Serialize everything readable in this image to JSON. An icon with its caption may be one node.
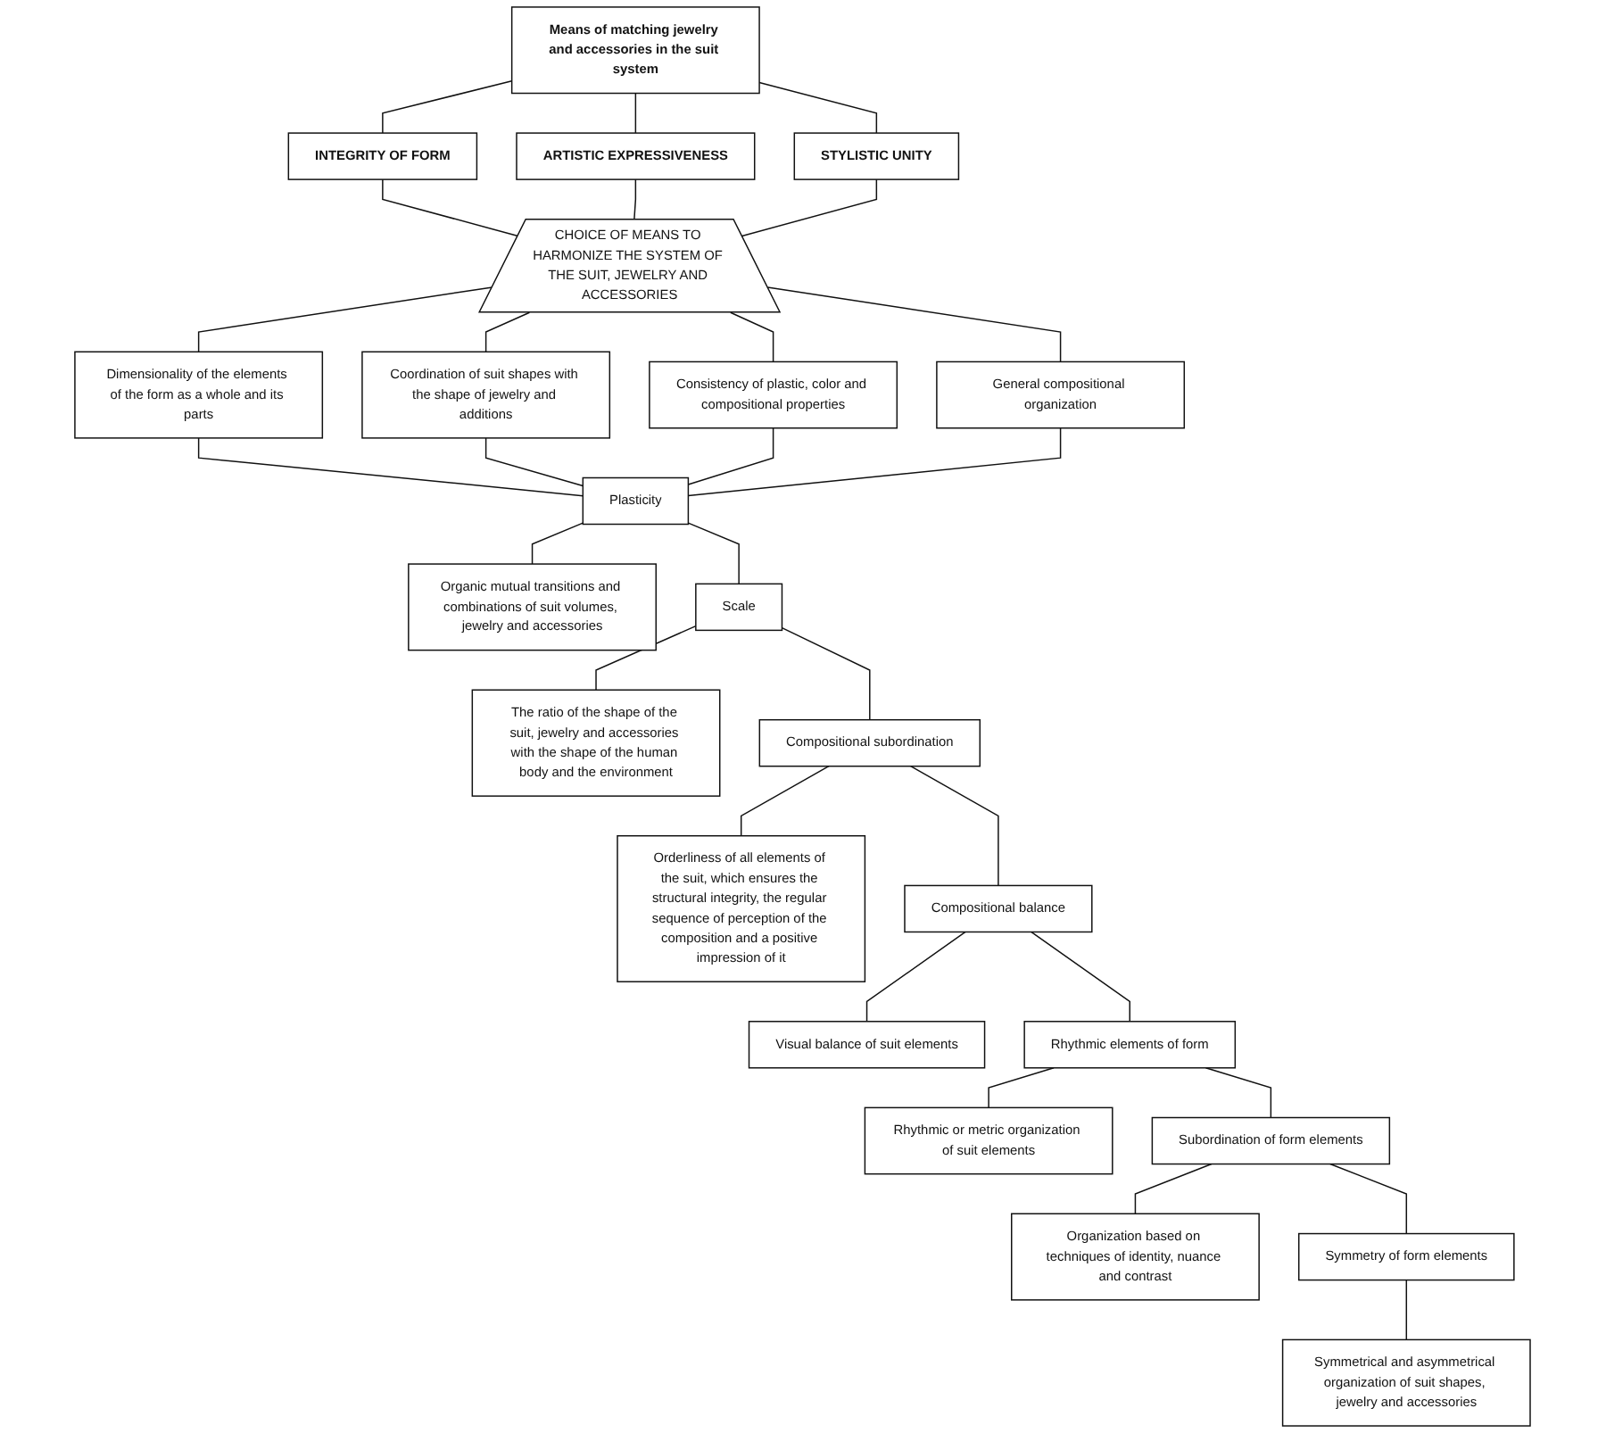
{
  "diagram": {
    "nodes": [
      {
        "text": [
          "Means of matching jewelry and accessories in the suit system"
        ]
      },
      {
        "text": [
          "INTEGRITY OF FORM"
        ]
      },
      {
        "text": [
          "ARTISTIC EXPRESSIVENESS"
        ]
      },
      {
        "text": [
          "STYLISTIC UNITY"
        ]
      },
      {
        "text": [
          "CHOICE OF MEANS TO HARMONIZE THE SYSTEM OF THE SUIT, JEWELRY AND ACCESSORIES"
        ]
      },
      {
        "text": [
          "Dimensionality of the elements of the form as a whole and its parts"
        ]
      },
      {
        "text": [
          "Coordination of suit shapes with the shape of jewelry and additions"
        ]
      },
      {
        "text": [
          "Consistency of plastic, color and compositional properties"
        ]
      },
      {
        "text": [
          "General compositional organization"
        ]
      },
      {
        "text": [
          "Plasticity"
        ]
      },
      {
        "text": [
          "Organic mutual transitions and combinations of suit volumes, jewelry and accessories"
        ]
      },
      {
        "text": [
          "Scale"
        ]
      },
      {
        "text": [
          "The ratio of the shape of the suit, jewelry and accessories with the shape of the human body and the environment"
        ]
      },
      {
        "text": [
          "Compositional subordination"
        ]
      },
      {
        "text": [
          "Orderliness of all elements of the suit, which ensures the structural integrity, the regular sequence of perception of the composition and a positive impression of it"
        ]
      },
      {
        "text": [
          "Compositional balance"
        ]
      },
      {
        "text": [
          "Visual balance of suit elements"
        ]
      },
      {
        "text": [
          "Rhythmic elements of form"
        ]
      },
      {
        "text": [
          "Rhythmic or metric organization of suit elements"
        ]
      },
      {
        "text": [
          "Subordination of form elements"
        ]
      },
      {
        "text": [
          "Organization based on techniques of identity, nuance and contrast"
        ]
      },
      {
        "text": [
          "Symmetry of form elements"
        ]
      },
      {
        "text": [
          "Symmetrical and asymmetrical organization of suit shapes, jewelry and accessories"
        ]
      }
    ],
    "edges": [
      {
        "from": 0,
        "to": 1,
        "arrow": "none"
      },
      {
        "from": 0,
        "to": 2,
        "arrow": "none"
      },
      {
        "from": 0,
        "to": 3,
        "arrow": "none"
      },
      {
        "from": 1,
        "to": 4,
        "arrow": "none"
      },
      {
        "from": 2,
        "to": 4,
        "arrow": "none"
      },
      {
        "from": 3,
        "to": 4,
        "arrow": "none"
      },
      {
        "from": 4,
        "to": 5,
        "arrow": "none"
      },
      {
        "from": 4,
        "to": 6,
        "arrow": "none"
      },
      {
        "from": 4,
        "to": 7,
        "arrow": "none"
      },
      {
        "from": 4,
        "to": 8,
        "arrow": "none"
      },
      {
        "from": 5,
        "to": 9,
        "arrow": "none"
      },
      {
        "from": 6,
        "to": 9,
        "arrow": "none"
      },
      {
        "from": 7,
        "to": 9,
        "arrow": "none"
      },
      {
        "from": 8,
        "to": 9,
        "arrow": "none"
      },
      {
        "from": 9,
        "to": 10,
        "arrow": "none"
      },
      {
        "from": 9,
        "to": 11,
        "arrow": "none"
      },
      {
        "from": 11,
        "to": 12,
        "arrow": "none"
      },
      {
        "from": 11,
        "to": 13,
        "arrow": "none"
      },
      {
        "from": 13,
        "to": 14,
        "arrow": "none"
      },
      {
        "from": 13,
        "to": 15,
        "arrow": "none"
      },
      {
        "from": 15,
        "to": 16,
        "arrow": "none"
      },
      {
        "from": 15,
        "to": 17,
        "arrow": "none"
      },
      {
        "from": 17,
        "to": 18,
        "arrow": "none"
      },
      {
        "from": 17,
        "to": 19,
        "arrow": "none"
      },
      {
        "from": 19,
        "to": 20,
        "arrow": "none"
      },
      {
        "from": 19,
        "to": 21,
        "arrow": "none"
      },
      {
        "from": 21,
        "to": 22,
        "arrow": "none"
      }
    ]
  }
}
